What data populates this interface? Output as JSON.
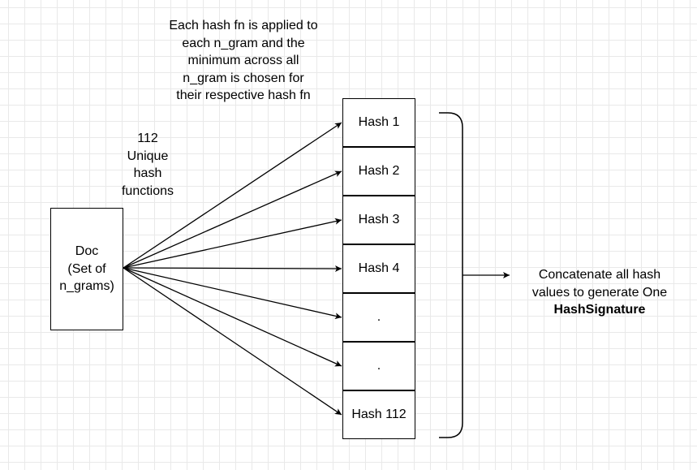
{
  "top_note": "Each hash fn is applied to\neach n_gram and the\nminimum across all\nn_gram is chosen for\ntheir respective hash fn",
  "functions_note": "112\nUnique\nhash\nfunctions",
  "doc_box": "Doc\n(Set of\nn_grams)",
  "hash_cells": [
    "Hash 1",
    "Hash 2",
    "Hash 3",
    "Hash 4",
    ".",
    ".",
    "Hash 112"
  ],
  "result_text": {
    "line1": "Concatenate all hash",
    "line2": "values to generate One",
    "line3": "HashSignature"
  }
}
